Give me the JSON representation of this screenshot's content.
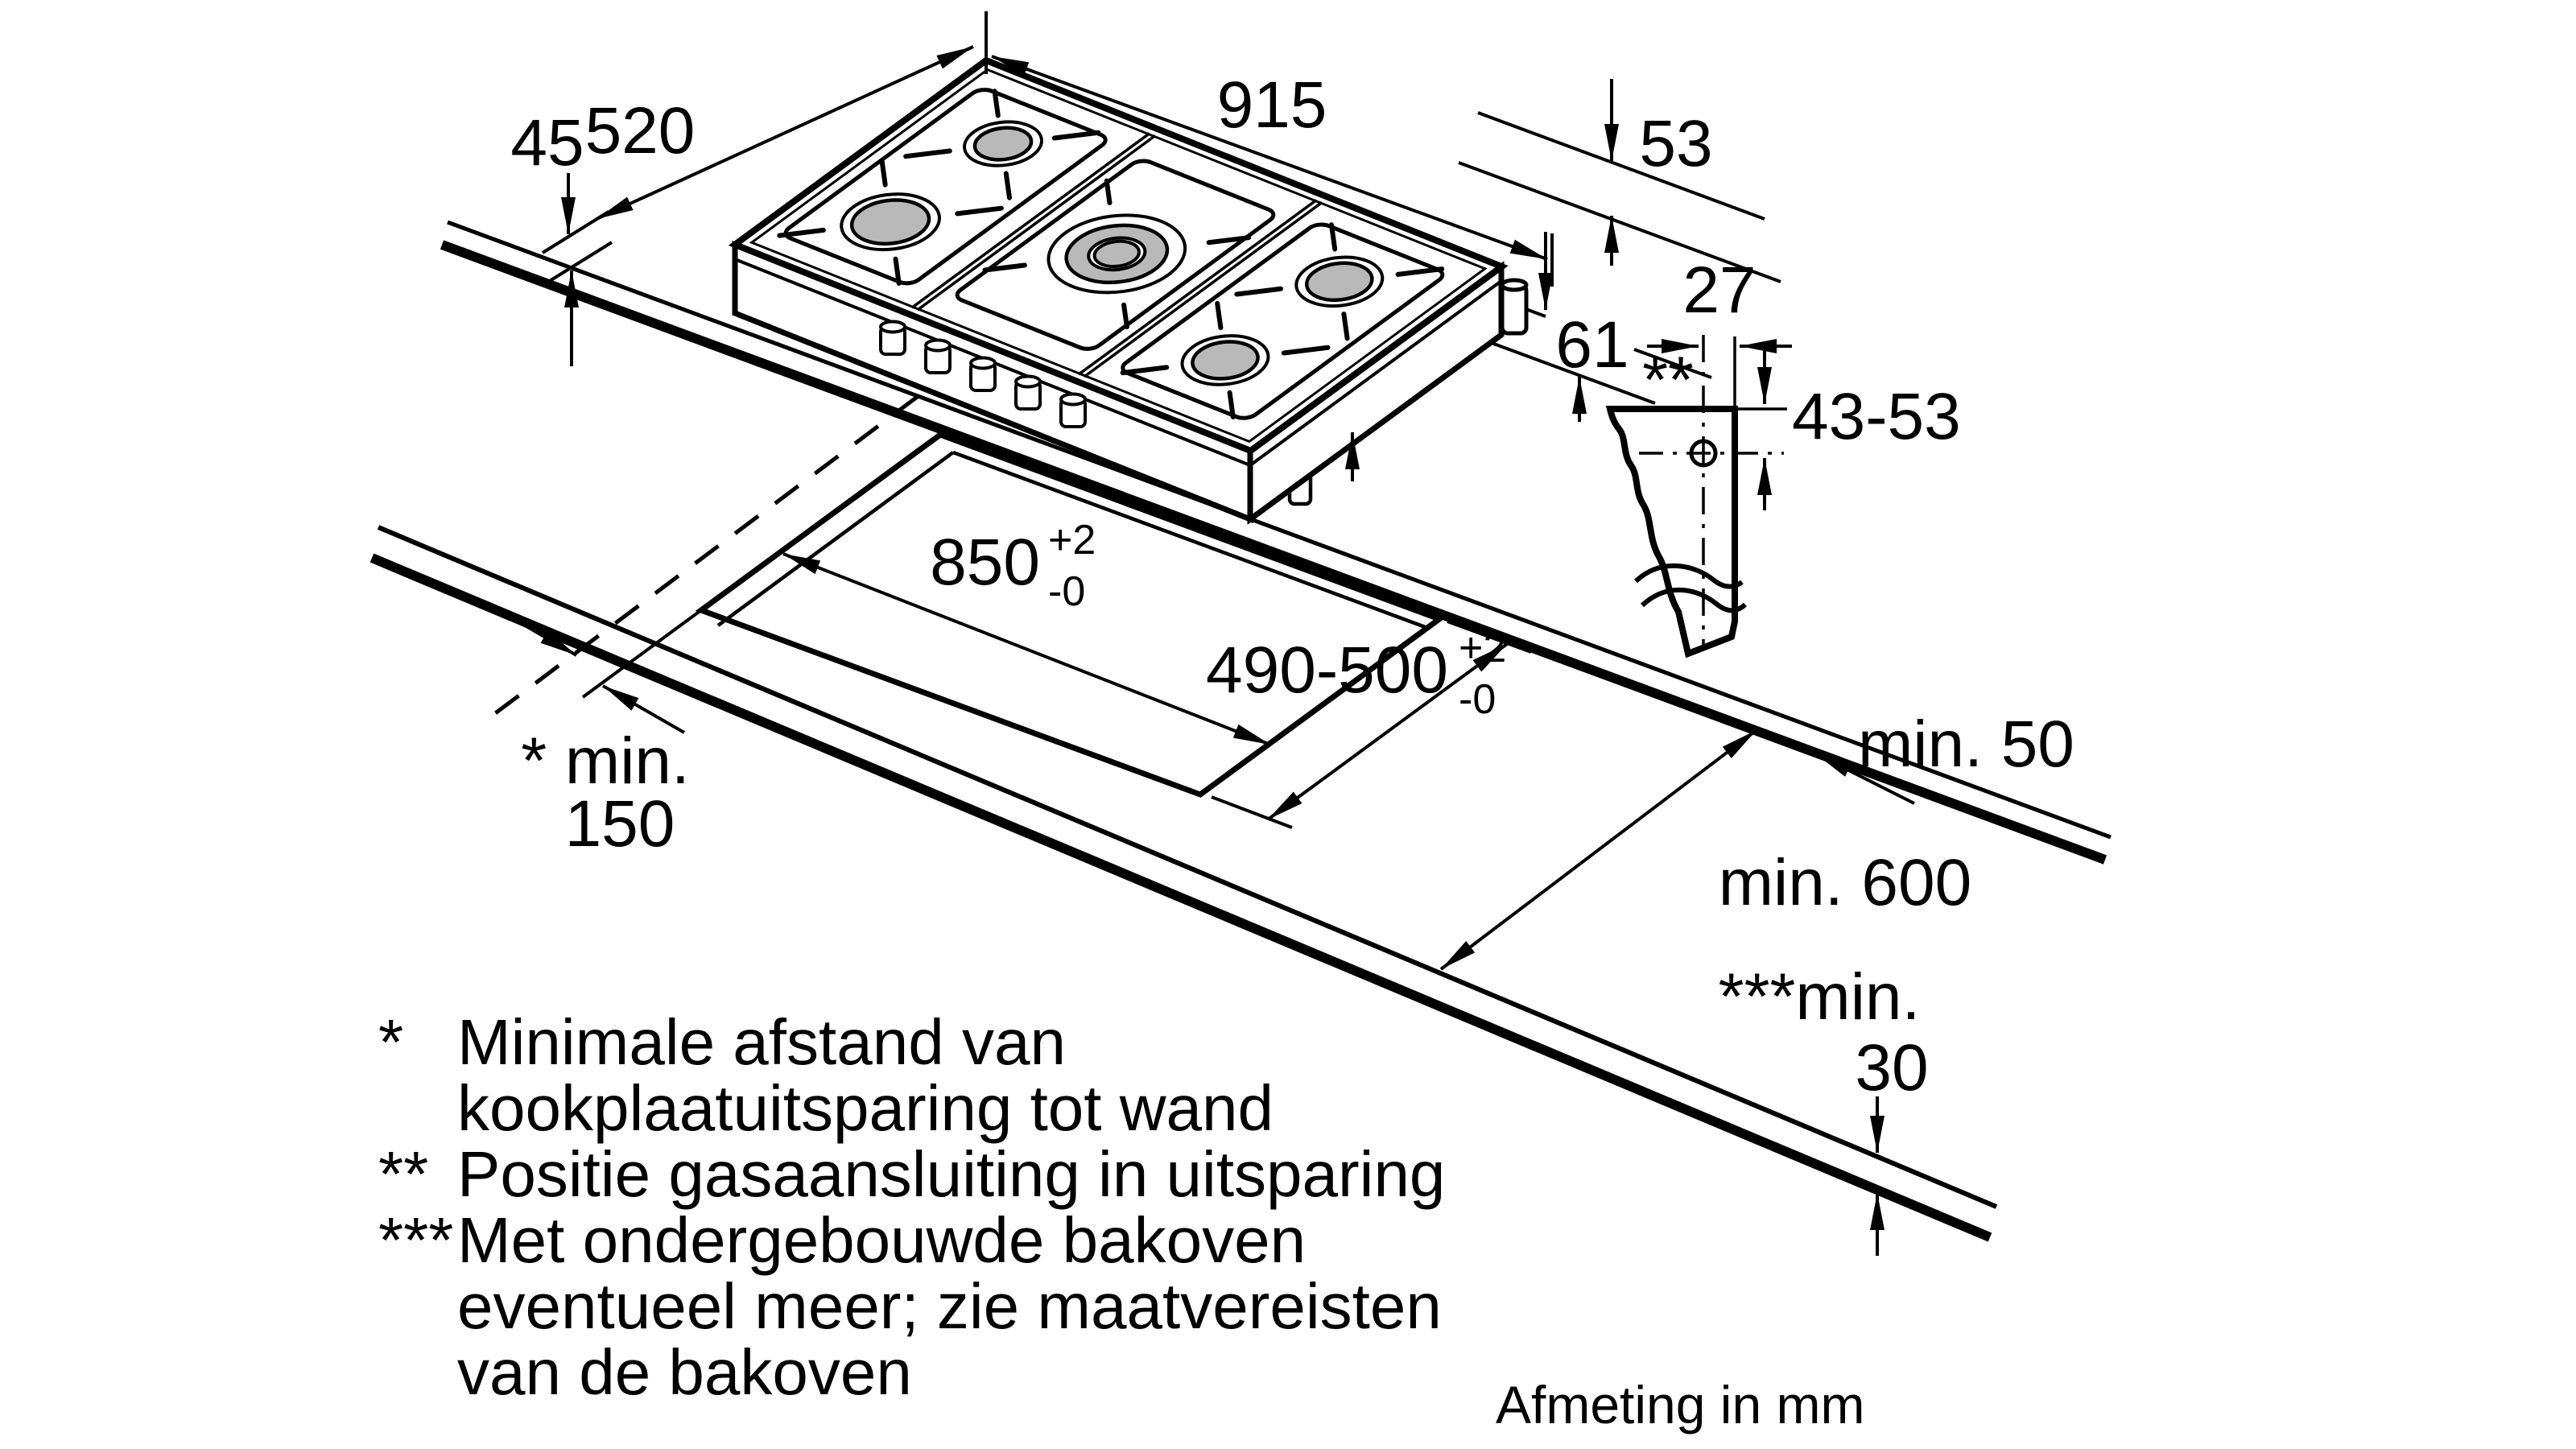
{
  "colors": {
    "background": "#ffffff",
    "line": "#000000",
    "burner_gray": "#b9b9b9"
  },
  "dims": {
    "hob_height": "45",
    "hob_depth": "520",
    "hob_width": "915",
    "rim_height": "53",
    "body_height": "61",
    "gas_offset": "27",
    "gas_pos_marker": "**",
    "gas_height_range": "43-53",
    "cutout_width": "850",
    "cutout_depth": "490-500",
    "tol_plus": "+2",
    "tol_minus": "-0",
    "wall_min_label": "* min.",
    "wall_min_value": "150",
    "back_min": "min. 50",
    "counter_depth": "min. 600",
    "thickness_label": "***min.",
    "thickness_value": "30"
  },
  "footnotes": [
    {
      "marker": "*",
      "lines": [
        "Minimale afstand van",
        "kookplaatuitsparing tot wand"
      ]
    },
    {
      "marker": "**",
      "lines": [
        "Positie gasaansluiting in uitsparing"
      ]
    },
    {
      "marker": "***",
      "lines": [
        "Met ondergebouwde bakoven",
        "eventueel meer; zie maatvereisten",
        "van de bakoven"
      ]
    }
  ],
  "caption": "Afmeting in mm"
}
